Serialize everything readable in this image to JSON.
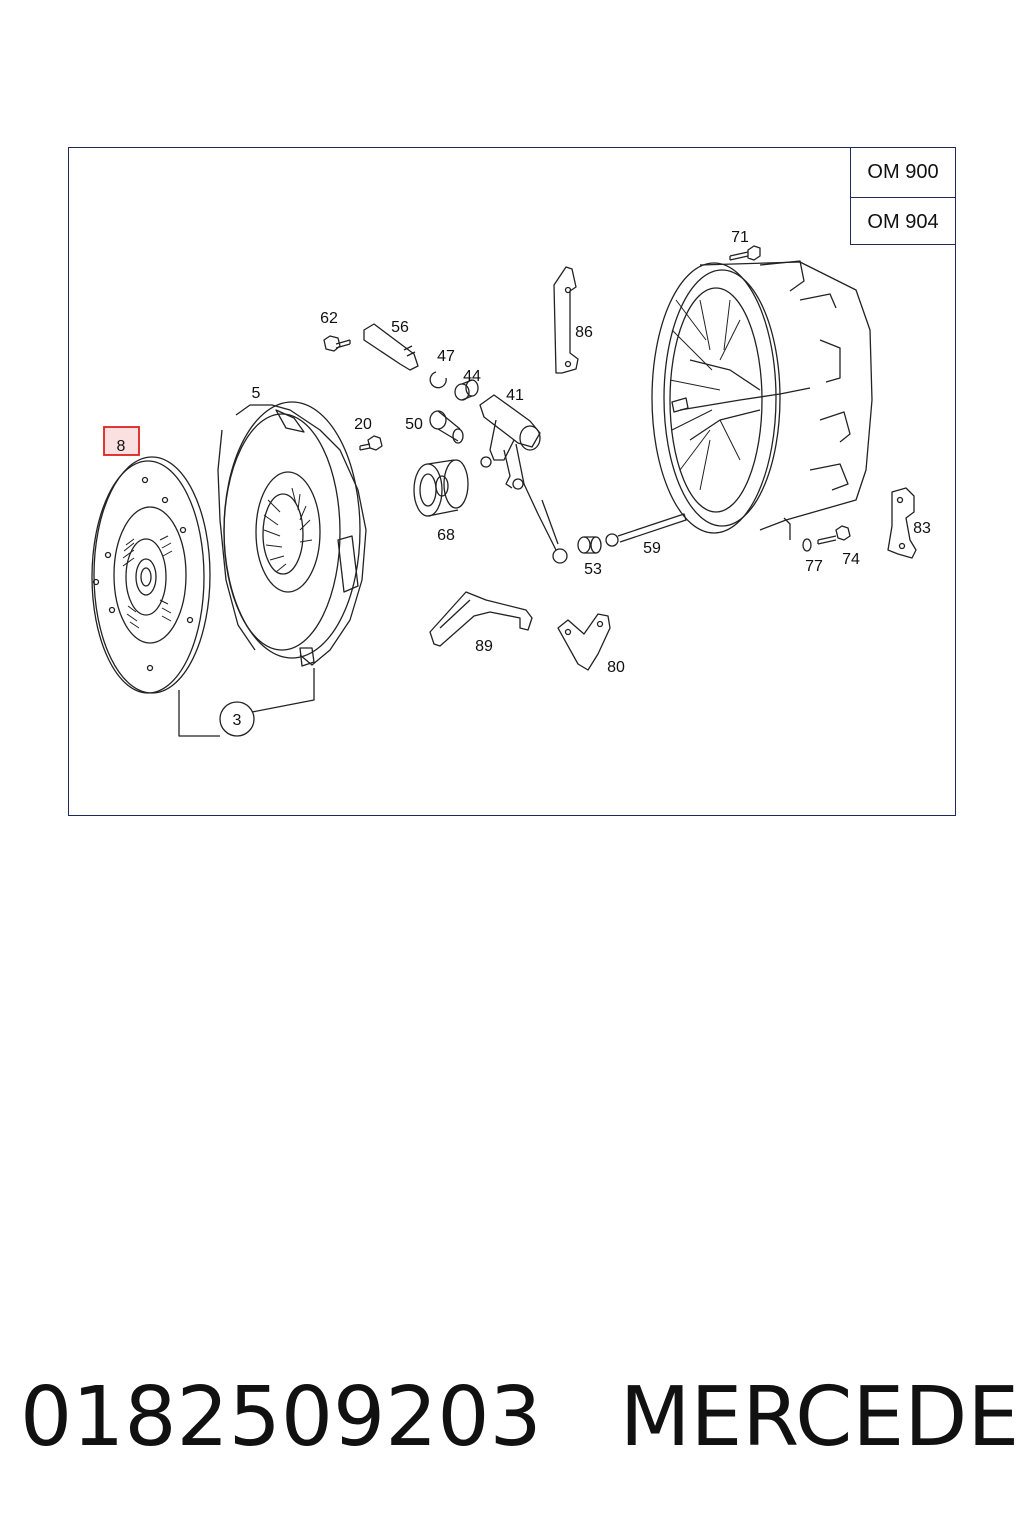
{
  "variants": [
    "OM 900",
    "OM 904"
  ],
  "parts": {
    "p8": "8",
    "p5": "5",
    "p3": "3",
    "p62": "62",
    "p56": "56",
    "p47": "47",
    "p44": "44",
    "p41": "41",
    "p86": "86",
    "p71": "71",
    "p20": "20",
    "p50": "50",
    "p68": "68",
    "p53": "53",
    "p59": "59",
    "p89": "89",
    "p80": "80",
    "p77": "77",
    "p74": "74",
    "p83": "83"
  },
  "highlighted_part": "8",
  "colors": {
    "frame": "#1f2a5a",
    "highlight_border": "#e02020",
    "highlight_fill": "#fbe0e2",
    "line": "#222222"
  },
  "caption": {
    "part_number": "0182509203",
    "brand": "MERCEDES"
  }
}
